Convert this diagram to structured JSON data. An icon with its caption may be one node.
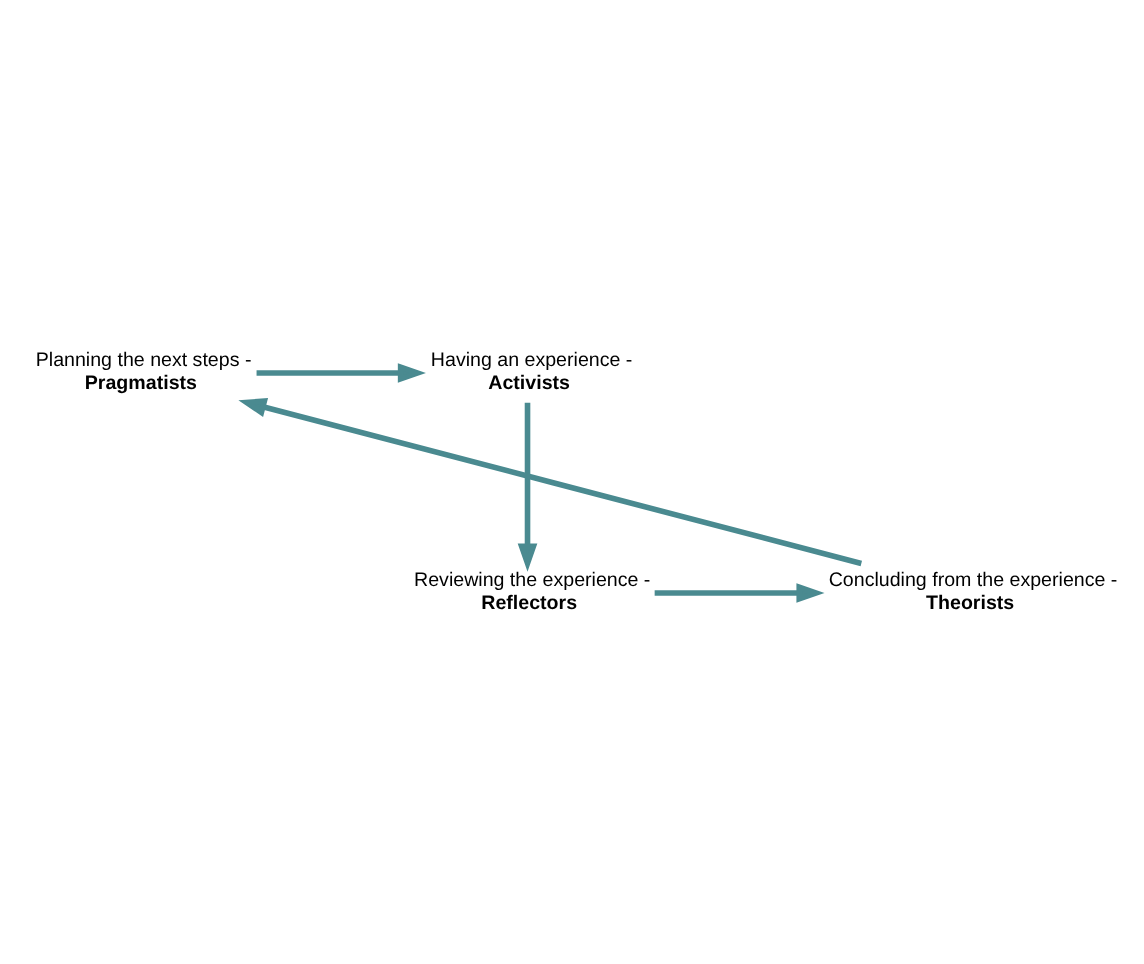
{
  "diagram": {
    "nodes": [
      {
        "text": [
          "Planning the next steps -",
          "Pragmatists"
        ]
      },
      {
        "text": [
          "Having an experience -",
          "Activists"
        ]
      },
      {
        "text": [
          "Reviewing the experience -",
          "Reflectors"
        ]
      },
      {
        "text": [
          "Concluding from the experience -",
          "Theorists"
        ]
      }
    ],
    "edges": [
      {
        "from": 0,
        "to": 1,
        "arrow": "to"
      },
      {
        "from": 1,
        "to": 2,
        "arrow": "to"
      },
      {
        "from": 2,
        "to": 3,
        "arrow": "to"
      },
      {
        "from": 3,
        "to": 0,
        "arrow": "to"
      }
    ]
  }
}
